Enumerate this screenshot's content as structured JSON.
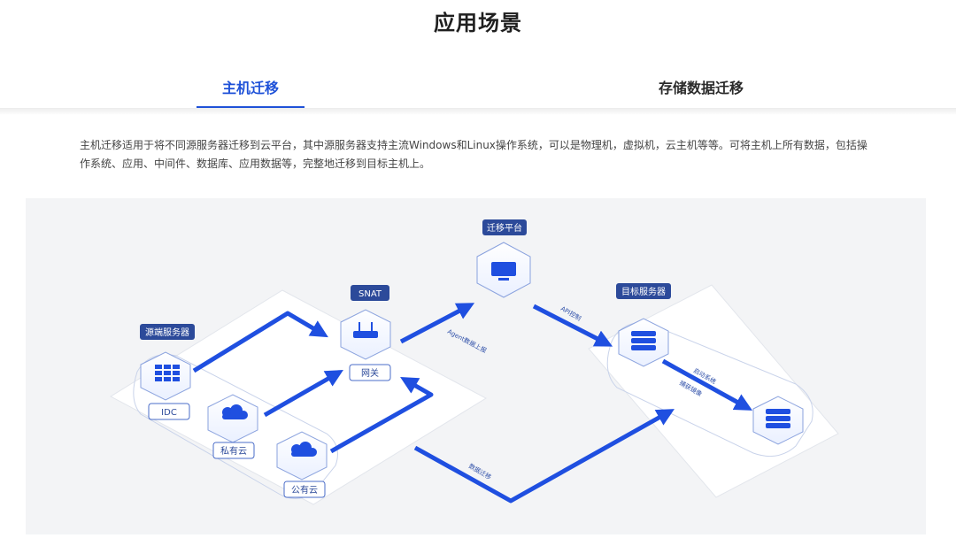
{
  "page": {
    "title": "应用场景"
  },
  "tabs": [
    {
      "label": "主机迁移",
      "active": true
    },
    {
      "label": "存储数据迁移",
      "active": false
    }
  ],
  "description": "主机迁移适用于将不同源服务器迁移到云平台，其中源服务器支持主流Windows和Linux操作系统，可以是物理机，虚拟机，云主机等等。可将主机上所有数据，包括操作系统、应用、中间件、数据库、应用数据等，完整地迁移到目标主机上。",
  "diagram": {
    "nodes": {
      "source_server": "源端服务器",
      "idc": "IDC",
      "private_cloud": "私有云",
      "public_cloud": "公有云",
      "snat": "SNAT",
      "gateway": "网关",
      "migration_platform": "迁移平台",
      "target_server": "目标服务器"
    },
    "edges": {
      "agent_upload": "Agent数据上报",
      "api_control": "API控制",
      "data_migration": "数据迁移",
      "start_system": "启动系统",
      "capture_image": "捕获镜像"
    },
    "colors": {
      "accent": "#1f4fe0",
      "tag_bg": "#2c4a9a",
      "diagram_bg": "#f3f4f6"
    }
  }
}
